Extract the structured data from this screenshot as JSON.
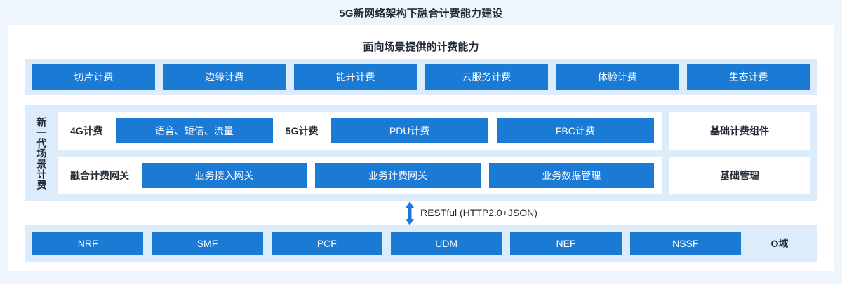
{
  "title": "5G新网络架构下融合计费能力建设",
  "card": {
    "section_title": "面向场景提供的计费能力"
  },
  "capabilities": {
    "items": [
      {
        "label": "切片计费"
      },
      {
        "label": "边缘计费"
      },
      {
        "label": "能开计费"
      },
      {
        "label": "云服务计费"
      },
      {
        "label": "体验计费"
      },
      {
        "label": "生态计费"
      }
    ]
  },
  "core": {
    "vertical_label": "新一代场景计费",
    "rows": [
      {
        "left_label": "4G计费",
        "items": [
          {
            "label": "语音、短信、流量"
          }
        ],
        "mid_label": "5G计费",
        "mid_items": [
          {
            "label": "PDU计费"
          },
          {
            "label": "FBC计费"
          }
        ],
        "right_label": "基础计费组件"
      },
      {
        "left_label": "融合计费网关",
        "items": [
          {
            "label": "业务接入网关"
          },
          {
            "label": "业务计费网关"
          },
          {
            "label": "业务数据管理"
          }
        ],
        "right_label": "基础管理"
      }
    ]
  },
  "link": {
    "protocol": "RESTful (HTTP2.0+JSON)",
    "arrow_icon": "double-headed-vertical-arrow",
    "arrow_color": "#1a7ad4"
  },
  "network": {
    "items": [
      {
        "label": "NRF"
      },
      {
        "label": "SMF"
      },
      {
        "label": "PCF"
      },
      {
        "label": "UDM"
      },
      {
        "label": "NEF"
      },
      {
        "label": "NSSF"
      }
    ],
    "domain_label": "O域"
  },
  "colors": {
    "page_background": "#eef5fd",
    "card_background": "#ffffff",
    "band_background": "#ddecfb",
    "button_blue": "#1a7ad4",
    "text_dark": "#222b36"
  }
}
